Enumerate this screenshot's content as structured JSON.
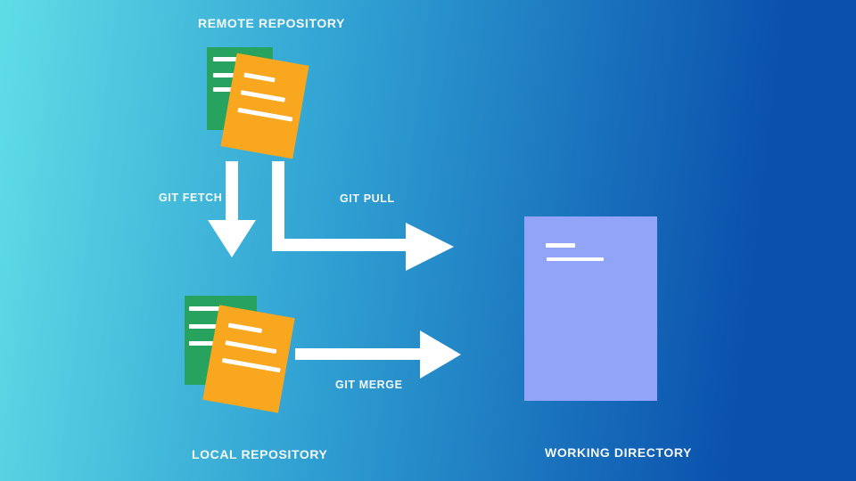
{
  "diagram": {
    "type": "git-workflow",
    "nodes": [
      {
        "id": "remote-repository",
        "label": "REMOTE REPOSITORY",
        "icon": "stacked-documents-green-orange"
      },
      {
        "id": "local-repository",
        "label": "LOCAL REPOSITORY",
        "icon": "stacked-documents-green-orange"
      },
      {
        "id": "working-directory",
        "label": "WORKING DIRECTORY",
        "icon": "single-document-periwinkle"
      }
    ],
    "edges": [
      {
        "id": "git-fetch",
        "label": "GIT FETCH",
        "from": "remote-repository",
        "to": "local-repository",
        "shape": "straight-down-arrow"
      },
      {
        "id": "git-pull",
        "label": "GIT PULL",
        "from": "remote-repository",
        "to": "working-directory",
        "shape": "elbow-down-right-arrow"
      },
      {
        "id": "git-merge",
        "label": "GIT MERGE",
        "from": "local-repository",
        "to": "working-directory",
        "shape": "straight-right-arrow"
      }
    ]
  },
  "colors": {
    "bg_left": "#5fdde6",
    "bg_mid": "#2f9fd2",
    "bg_right": "#0a51ad",
    "doc_green": "#27a35f",
    "doc_orange": "#f8a71e",
    "doc_periwinkle": "#92a4f8",
    "arrow_white": "#ffffff",
    "label_white": "#ffffff"
  }
}
